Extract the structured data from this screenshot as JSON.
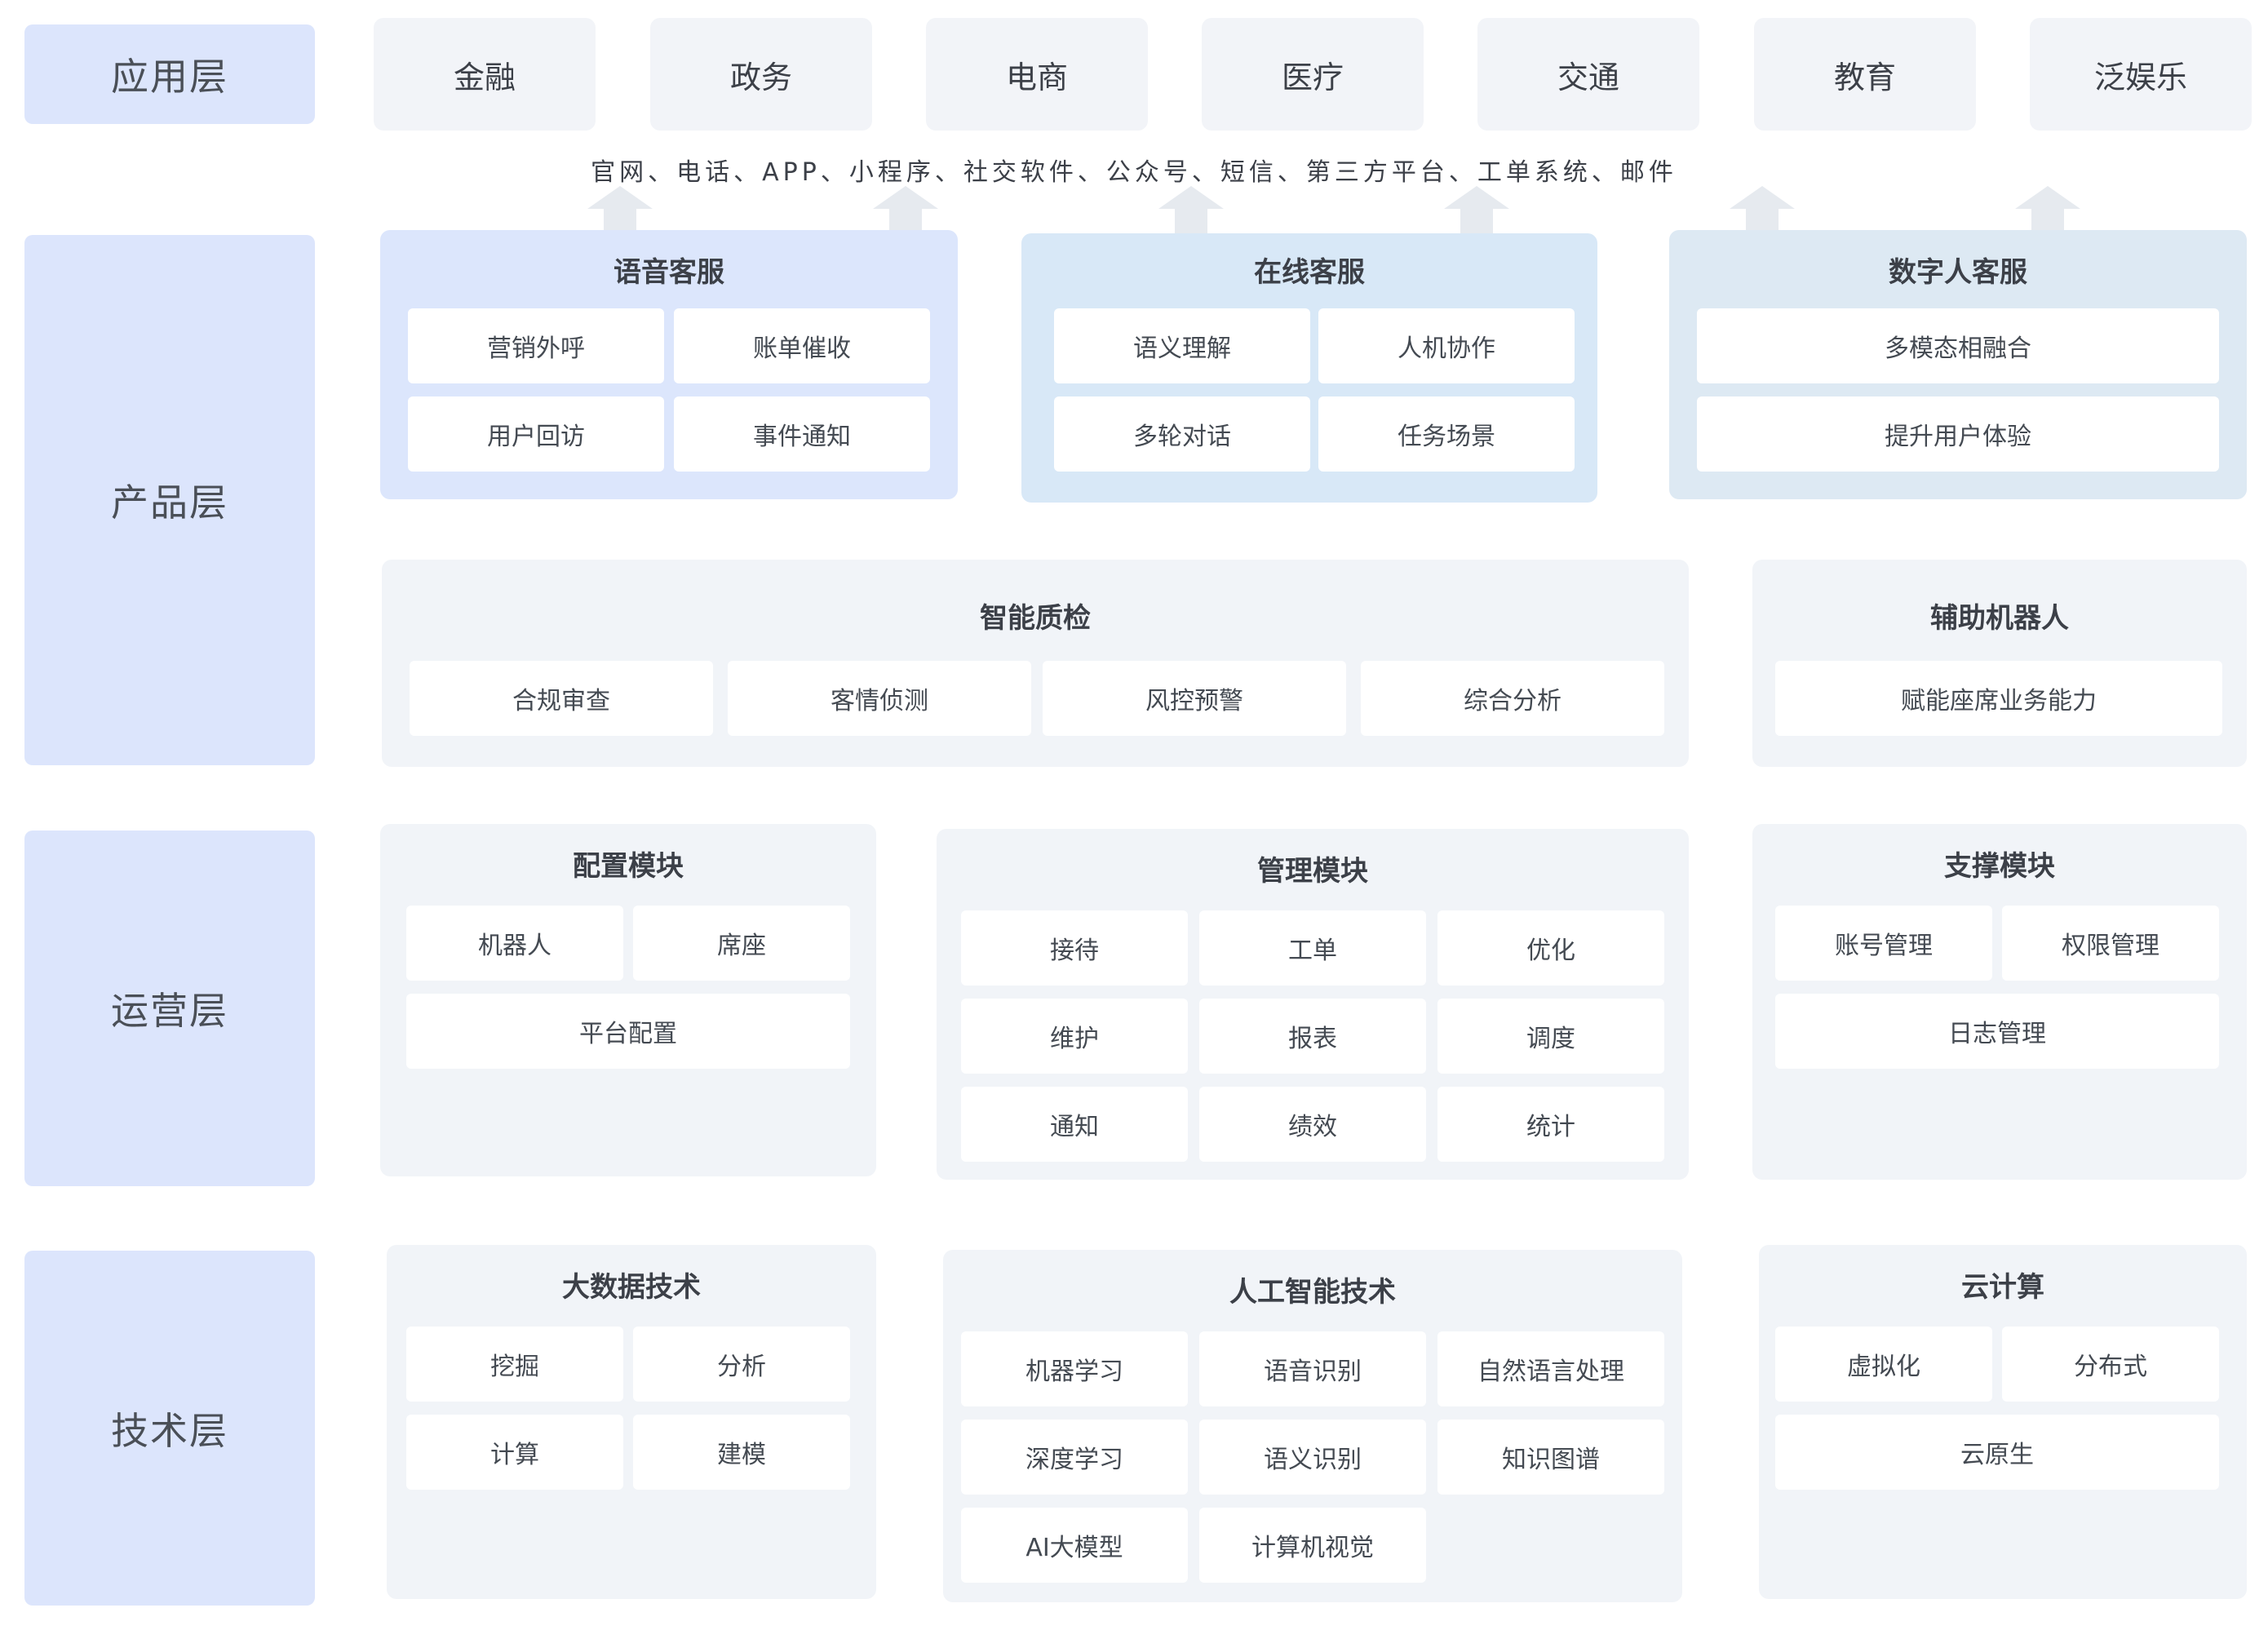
{
  "layers": {
    "app": "应用层",
    "product": "产品层",
    "ops": "运营层",
    "tech": "技术层"
  },
  "industries": [
    "金融",
    "政务",
    "电商",
    "医疗",
    "交通",
    "教育",
    "泛娱乐"
  ],
  "channels": "官网、电话、APP、小程序、社交软件、公众号、短信、第三方平台、工单系统、邮件",
  "product": {
    "voice": {
      "title": "语音客服",
      "items": [
        "营销外呼",
        "账单催收",
        "用户回访",
        "事件通知"
      ]
    },
    "online": {
      "title": "在线客服",
      "items": [
        "语义理解",
        "人机协作",
        "多轮对话",
        "任务场景"
      ]
    },
    "digital": {
      "title": "数字人客服",
      "items": [
        "多模态相融合",
        "提升用户体验"
      ]
    },
    "qc": {
      "title": "智能质检",
      "items": [
        "合规审查",
        "客情侦测",
        "风控预警",
        "综合分析"
      ]
    },
    "assist": {
      "title": "辅助机器人",
      "items": [
        "赋能座席业务能力"
      ]
    }
  },
  "ops": {
    "config": {
      "title": "配置模块",
      "items": [
        "机器人",
        "席座",
        "平台配置"
      ]
    },
    "manage": {
      "title": "管理模块",
      "items": [
        "接待",
        "工单",
        "优化",
        "维护",
        "报表",
        "调度",
        "通知",
        "绩效",
        "统计"
      ]
    },
    "support": {
      "title": "支撑模块",
      "items": [
        "账号管理",
        "权限管理",
        "日志管理"
      ]
    }
  },
  "tech": {
    "bigdata": {
      "title": "大数据技术",
      "items": [
        "挖掘",
        "分析",
        "计算",
        "建模"
      ]
    },
    "ai": {
      "title": "人工智能技术",
      "items": [
        "机器学习",
        "语音识别",
        "自然语言处理",
        "深度学习",
        "语义识别",
        "知识图谱",
        "AI大模型",
        "计算机视觉"
      ]
    },
    "cloud": {
      "title": "云计算",
      "items": [
        "虚拟化",
        "分布式",
        "云原生"
      ]
    }
  },
  "colors": {
    "layer_bg": "#dce5fc",
    "app_bg": "#f2f4f8",
    "voice_bg": "#dce6fc",
    "online_bg": "#d8e8f7",
    "digital_bg": "#dde9f3",
    "module_bg": "#f1f4f8",
    "arrow": "#e6eaef"
  }
}
